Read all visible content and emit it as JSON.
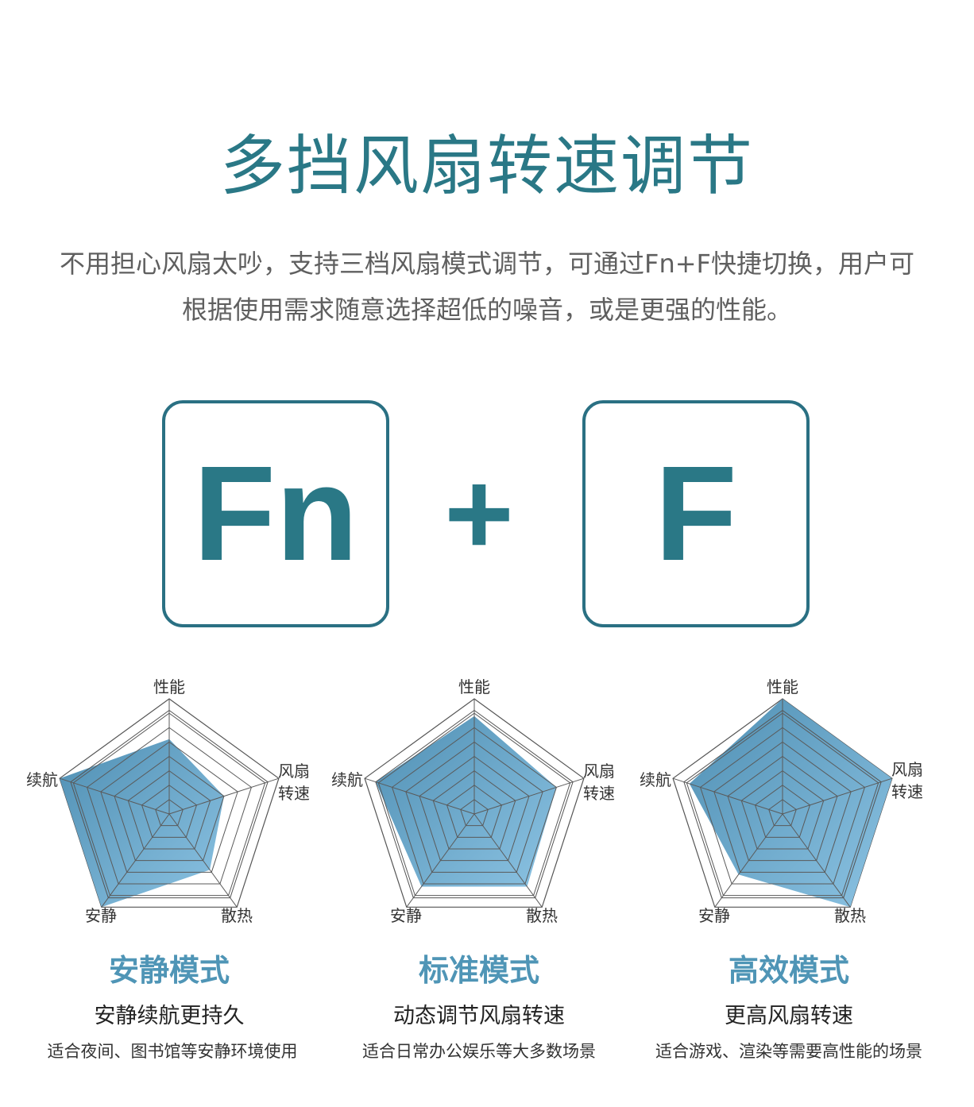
{
  "header": {
    "title": "多挡风扇转速调节",
    "description_line1": "不用担心风扇太吵，支持三档风扇模式调节，可通过Fn+F快捷切换，用户可",
    "description_line2": "根据使用需求随意选择超低的噪音，或是更强的性能。"
  },
  "shortcut": {
    "key1": "Fn",
    "plus": "+",
    "key2": "F"
  },
  "colors": {
    "accent": "#2a7886",
    "mode_title": "#4f95b6",
    "fill_top": "#4f8fb3",
    "fill_bottom": "#8cc3e3"
  },
  "chart_data": [
    {
      "type": "radar",
      "axes": [
        "性能",
        "风扇转速",
        "散热",
        "安静",
        "续航"
      ],
      "axis_labels": {
        "performance": "性能",
        "fan_line1": "风扇",
        "fan_line2": "转速",
        "cooling": "散热",
        "quiet": "安静",
        "battery": "续航"
      },
      "values": [
        0.65,
        0.5,
        0.6,
        1.0,
        1.0
      ],
      "range": [
        0,
        1
      ],
      "rings": 7
    },
    {
      "type": "radar",
      "axes": [
        "性能",
        "风扇转速",
        "散热",
        "安静",
        "续航"
      ],
      "axis_labels": {
        "performance": "性能",
        "fan_line1": "风扇",
        "fan_line2": "转速",
        "cooling": "散热",
        "quiet": "安静",
        "battery": "续航"
      },
      "values": [
        0.85,
        0.75,
        0.78,
        0.78,
        0.9
      ],
      "range": [
        0,
        1
      ],
      "rings": 7
    },
    {
      "type": "radar",
      "axes": [
        "性能",
        "风扇转速",
        "散热",
        "安静",
        "续航"
      ],
      "axis_labels": {
        "performance": "性能",
        "fan_line1": "风扇",
        "fan_line2": "转速",
        "cooling": "散热",
        "quiet": "安静",
        "battery": "续航"
      },
      "values": [
        1.0,
        1.0,
        1.0,
        0.65,
        0.85
      ],
      "range": [
        0,
        1
      ],
      "rings": 7
    }
  ],
  "modes": [
    {
      "name": "安静模式",
      "main": "安静续航更持久",
      "sub": "适合夜间、图书馆等安静环境使用"
    },
    {
      "name": "标准模式",
      "main": "动态调节风扇转速",
      "sub": "适合日常办公娱乐等大多数场景"
    },
    {
      "name": "高效模式",
      "main": "更高风扇转速",
      "sub": "适合游戏、渲染等需要高性能的场景"
    }
  ]
}
